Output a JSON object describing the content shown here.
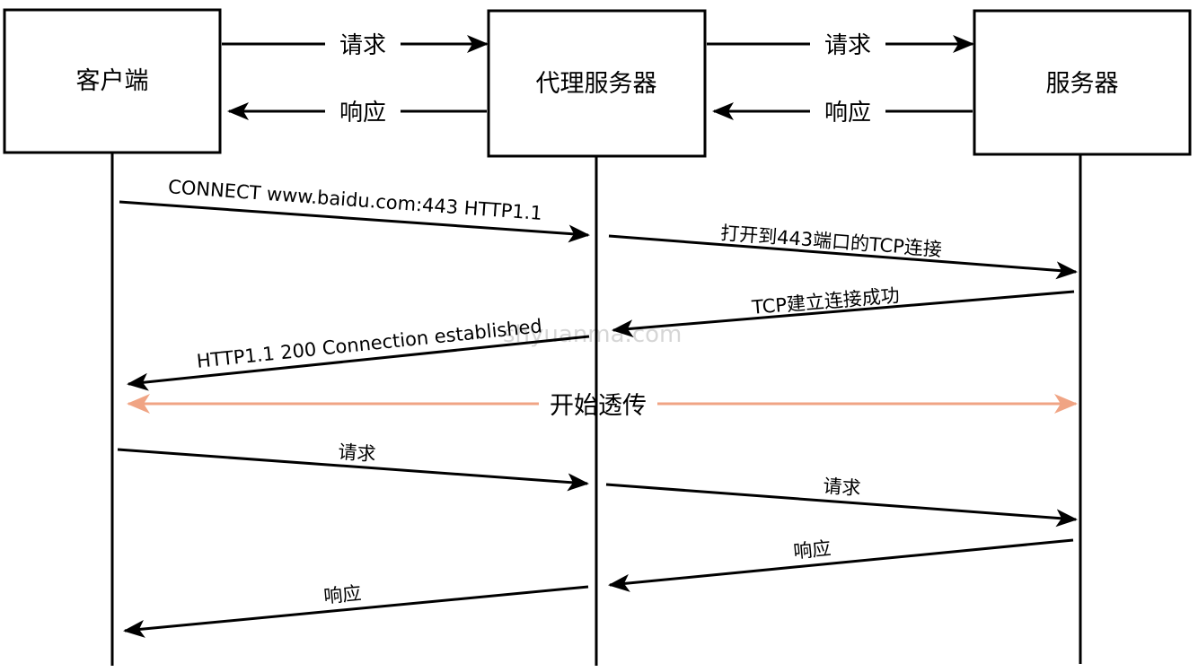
{
  "participants": {
    "client": "客户端",
    "proxy": "代理服务器",
    "server": "服务器"
  },
  "top_arrows": {
    "client_to_proxy": "请求",
    "proxy_to_client": "响应",
    "proxy_to_server": "请求",
    "server_to_proxy": "响应"
  },
  "messages": {
    "connect": "CONNECT www.baidu.com:443 HTTP1.1",
    "open_tcp": "打开到443端口的TCP连接",
    "tcp_ok": "TCP建立连接成功",
    "established": "HTTP1.1 200 Connection established",
    "tunnel": "开始透传",
    "req1": "请求",
    "req2": "请求",
    "resp1": "响应",
    "resp2": "响应"
  },
  "watermark": "shyuanma.com",
  "colors": {
    "line": "#000000",
    "tunnel": "#f0a484"
  }
}
